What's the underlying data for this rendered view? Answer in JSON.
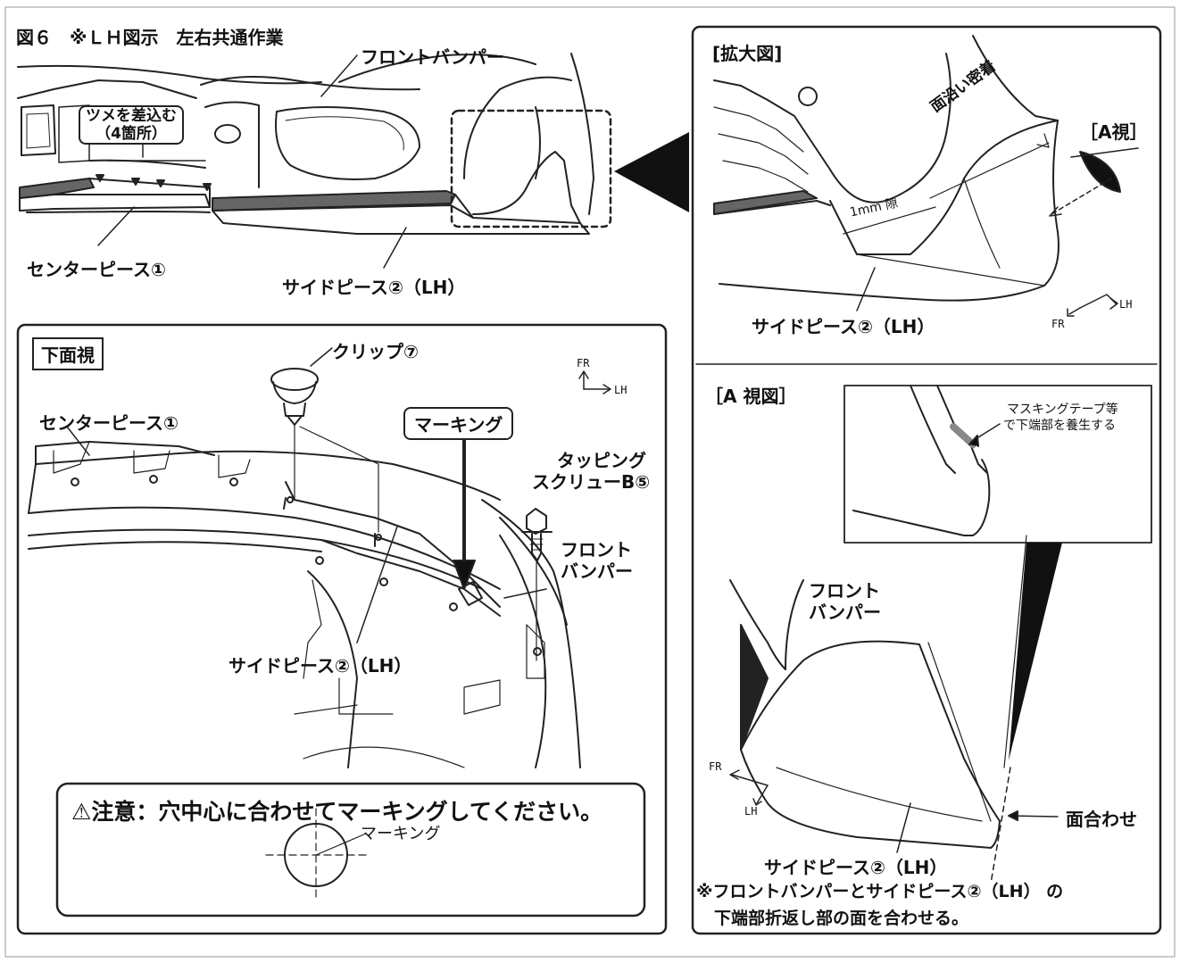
{
  "figure": {
    "title": "図６　※ＬＨ図示　左右共通作業"
  },
  "top_left": {
    "label_claws": [
      "ツメを差込む",
      "（4箇所）"
    ],
    "label_front_bumper": "フロントバンパー",
    "label_center_piece": "センターピース①",
    "label_side_piece": "サイドピース②（LH）"
  },
  "top_right": {
    "title": "[拡大図]",
    "label_a_view": "［A視］",
    "label_surface_contact": "面沿い密着",
    "label_gap": "1mm 隙",
    "label_side_piece": "サイドピース②（LH）",
    "dir_fr": "FR",
    "dir_lh": "LH"
  },
  "bottom_left": {
    "title": "下面視",
    "label_clip": "クリップ⑦",
    "label_center_piece": "センターピース①",
    "label_marking_box": "マーキング",
    "label_screw": [
      "タッピング",
      "スクリューB⑤"
    ],
    "label_front_bumper": [
      "フロント",
      "バンパー"
    ],
    "label_side_piece": "サイドピース②（LH）",
    "dir_fr": "FR",
    "dir_lh": "LH",
    "caution": {
      "text": "⚠注意：穴中心に合わせてマーキングしてください。",
      "label_marking": "マーキング"
    }
  },
  "bottom_right": {
    "title": "［A 視図］",
    "label_masking": [
      "マスキングテープ等",
      "で下端部を養生する"
    ],
    "label_front_bumper": [
      "フロント",
      "バンパー"
    ],
    "label_face_match": "面合わせ",
    "label_side_piece": "サイドピース②（LH）",
    "dir_fr": "FR",
    "dir_lh": "LH",
    "note": [
      "※フロントバンパーとサイドピース②（LH） の",
      "下端部折返し部の面を合わせる。"
    ]
  }
}
